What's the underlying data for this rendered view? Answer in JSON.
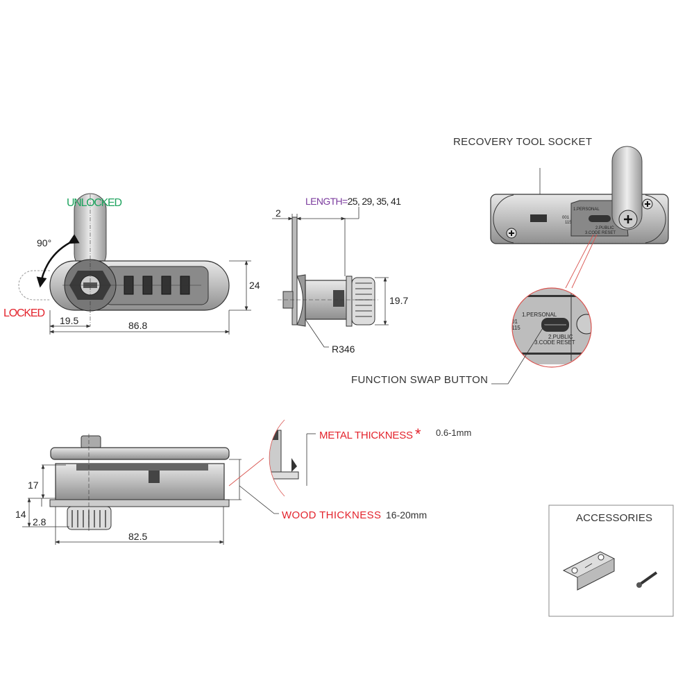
{
  "front_view": {
    "unlocked_label": "UNLOCKED",
    "locked_label": "LOCKED",
    "rotation_label": "90°",
    "dim_offset": "19.5",
    "dim_length": "86.8",
    "dim_height": "24"
  },
  "side_view": {
    "length_label": "LENGTH=",
    "length_values": "25, 29, 35, 41",
    "dim_plate": "2",
    "dim_diameter": "19.7",
    "radius_label": "R346"
  },
  "back_view": {
    "recovery_label": "RECOVERY TOOL SOCKET",
    "function_label": "FUNCTION SWAP BUTTON",
    "switch_personal": "1.PERSONAL",
    "switch_public": "2.PUBLIC",
    "switch_reset": "3.CODE RESET",
    "code_a": "001",
    "code_b": "115",
    "zoom_code_a": "01",
    "zoom_code_b": "115"
  },
  "bottom_view": {
    "dim_17": "17",
    "dim_14": "14",
    "dim_2_8": "2.8",
    "dim_82_5": "82.5",
    "metal_label": "METAL THICKNESS",
    "metal_star": "*",
    "metal_value": "0.6-1mm",
    "wood_label": "WOOD THICKNESS",
    "wood_value": "16-20mm"
  },
  "accessories": {
    "title": "ACCESSORIES"
  },
  "colors": {
    "unlocked": "#1ea35e",
    "locked": "#e3232c",
    "length": "#7b3b9e",
    "callout": "#d9534f"
  }
}
